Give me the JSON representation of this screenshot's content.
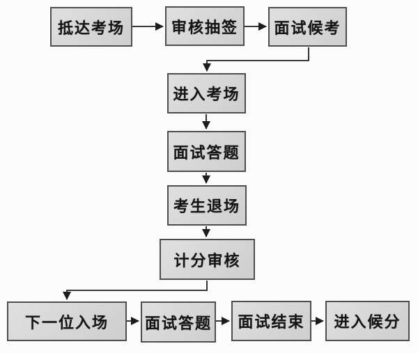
{
  "diagram_type": "flowchart",
  "colors": {
    "background": "#fbfbfb",
    "box_fill": "#d6d6d6",
    "box_border": "#4d4d4d",
    "arrow": "#1c1c1c",
    "text": "#141414"
  },
  "flow": {
    "nodes": [
      {
        "id": "arrive-venue",
        "label": "抵达考场"
      },
      {
        "id": "review-draw-lots",
        "label": "审核抽签"
      },
      {
        "id": "interview-waiting",
        "label": "面试候考"
      },
      {
        "id": "enter-exam-room",
        "label": "进入考场"
      },
      {
        "id": "interview-answering",
        "label": "面试答题"
      },
      {
        "id": "candidate-exit",
        "label": "考生退场"
      },
      {
        "id": "score-review",
        "label": "计分审核"
      },
      {
        "id": "next-candidate-enter",
        "label": "下一位入场"
      },
      {
        "id": "interview-answering-2",
        "label": "面试答题"
      },
      {
        "id": "interview-end",
        "label": "面试结束"
      },
      {
        "id": "enter-score-waiting",
        "label": "进入候分"
      }
    ],
    "edges": [
      {
        "from": "arrive-venue",
        "to": "review-draw-lots"
      },
      {
        "from": "review-draw-lots",
        "to": "interview-waiting"
      },
      {
        "from": "interview-waiting",
        "to": "enter-exam-room"
      },
      {
        "from": "enter-exam-room",
        "to": "interview-answering"
      },
      {
        "from": "interview-answering",
        "to": "candidate-exit"
      },
      {
        "from": "candidate-exit",
        "to": "score-review"
      },
      {
        "from": "score-review",
        "to": "next-candidate-enter"
      },
      {
        "from": "next-candidate-enter",
        "to": "interview-answering-2"
      },
      {
        "from": "interview-answering-2",
        "to": "interview-end"
      },
      {
        "from": "interview-end",
        "to": "enter-score-waiting"
      }
    ]
  }
}
